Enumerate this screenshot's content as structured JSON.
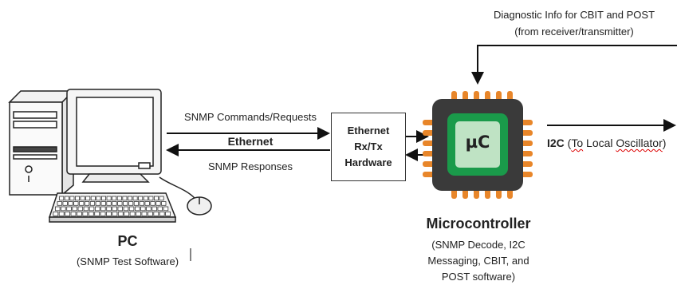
{
  "diagnostic": {
    "line1": "Diagnostic Info for CBIT and POST",
    "line2": "(from receiver/transmitter)"
  },
  "links": {
    "snmp_commands": "SNMP Commands/Requests",
    "ethernet": "Ethernet",
    "snmp_responses": "SNMP Responses"
  },
  "ethernet_box": {
    "line1": "Ethernet",
    "line2": "Rx/Tx",
    "line3": "Hardware"
  },
  "chip_label": "µC",
  "i2c": {
    "prefix": "I2C",
    "paren_open": " (",
    "word_to": "To",
    "word_local": "Local",
    "word_osc": "Oscillator",
    "paren_close": ")"
  },
  "pc": {
    "title": "PC",
    "subtitle": "(SNMP Test Software)"
  },
  "microcontroller": {
    "title": "Microcontroller",
    "line1": "(SNMP Decode, I2C",
    "line2": "Messaging, CBIT, and",
    "line3": "POST software)"
  },
  "colors": {
    "pin": "#e8862a",
    "chip_body": "#3a3a3a",
    "chip_green": "#1a9a4a",
    "chip_core": "#bfe3c4"
  }
}
